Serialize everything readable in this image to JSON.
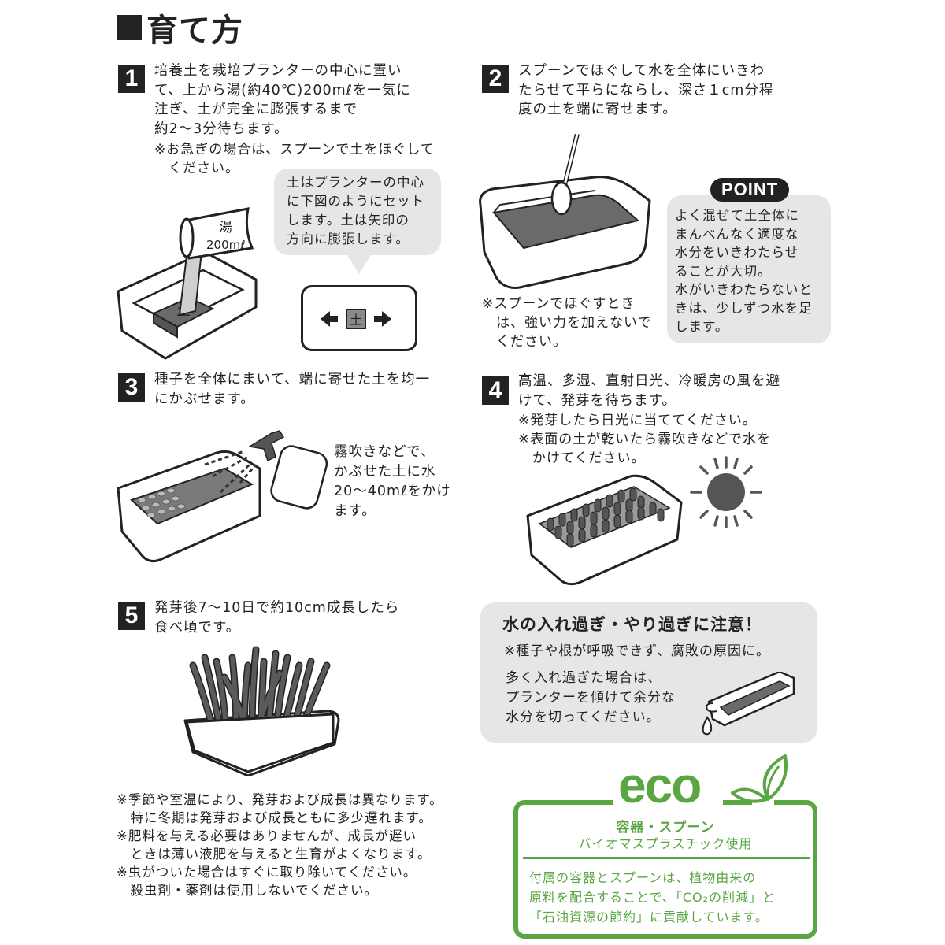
{
  "page": {
    "title": "育て方"
  },
  "steps": [
    {
      "number": "1",
      "text": "培養土を栽培プランターの中心に置い\nて、上から湯(約40℃)200mℓを一気に\n注ぎ、土が完全に膨張するまで\n約2〜3分待ちます。",
      "notes": "※お急ぎの場合は、スプーンで土をほぐして\n　ください。",
      "callout": "土はプランターの中心\nに下図のようにセット\nします。土は矢印の\n方向に膨張します。",
      "cup_label": "湯\n200mℓ",
      "soil_label": "土"
    },
    {
      "number": "2",
      "text": "スプーンでほぐして水を全体にいきわ\nたらせて平らにならし、深さ１cm分程\n度の土を端に寄せます。",
      "notes": "※スプーンでほぐすとき\n　は、強い力を加えないで\n　ください。",
      "point_label": "POINT",
      "point_text": "よく混ぜて土全体に\nまんべんなく適度な\n水分をいきわたらせ\nることが大切。\n水がいきわたらないと\nきは、少しずつ水を足\nします。"
    },
    {
      "number": "3",
      "text": "種子を全体にまいて、端に寄せた土を均一\nにかぶせます。",
      "spray_note": "霧吹きなどで、\nかぶせた土に水\n20〜40mℓをかけ\nます。"
    },
    {
      "number": "4",
      "text": "高温、多湿、直射日光、冷暖房の風を避\nけて、発芽を待ちます。",
      "notes": "※発芽したら日光に当ててください。\n※表面の土が乾いたら霧吹きなどで水を\n　かけてください。"
    },
    {
      "number": "5",
      "text": "発芽後7〜10日で約10cm成長したら\n食べ頃です。"
    }
  ],
  "warning": {
    "title": "水の入れ過ぎ・やり過ぎに注意！",
    "subtitle": "※種子や根が呼吸できず、腐敗の原因に。",
    "body": "多く入れ過ぎた場合は、\nプランターを傾けて余分な\n水分を切ってください。"
  },
  "footnotes": "※季節や室温により、発芽および成長は異なります。\n　特に冬期は発芽および成長ともに多少遅れます。\n※肥料を与える必要はありませんが、成長が遅い\n　ときは薄い液肥を与えると生育がよくなります。\n※虫がついた場合はすぐに取り除いてください。\n　殺虫剤・薬剤は使用しないでください。",
  "eco": {
    "logo": "eco",
    "heading": "容器・スプーン",
    "subheading": "バイオマスプラスチック使用",
    "body": "付属の容器とスプーンは、植物由来の\n原料を配合することで、「CO₂の削減」と\n「石油資源の節約」に貢献しています。",
    "color": "#5aa642"
  },
  "colors": {
    "ink": "#222222",
    "soil": "#6a6a6a",
    "bubble": "#e6e6e6",
    "eco_green": "#5aa642"
  }
}
